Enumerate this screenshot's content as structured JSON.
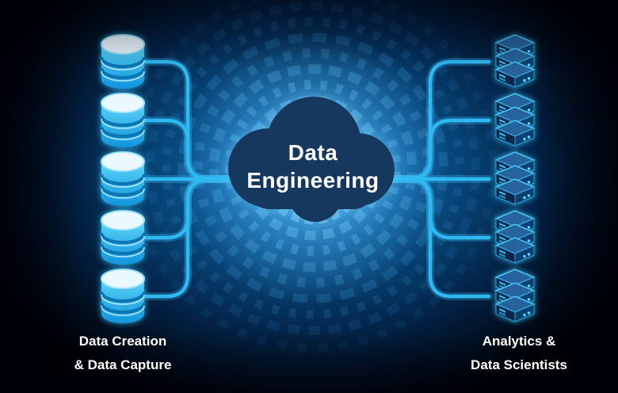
{
  "scene": {
    "cloud": {
      "line1": "Data",
      "line2": "Engineering"
    },
    "left_group": {
      "icon": "database-icon",
      "count": 5,
      "label_line1": "Data Creation",
      "label_line2": "& Data Capture"
    },
    "right_group": {
      "icon": "server-icon",
      "count": 5,
      "label_line1": "Analytics &",
      "label_line2": "Data Scientists"
    },
    "colors": {
      "connector": "#2fb9f2",
      "cloud_fill": "#16395e",
      "database_fill": "#2bb3ef",
      "server_fill": "#10406e",
      "background_center": "#3aa0dd",
      "background_edge": "#000007",
      "text": "#ffffff"
    }
  }
}
